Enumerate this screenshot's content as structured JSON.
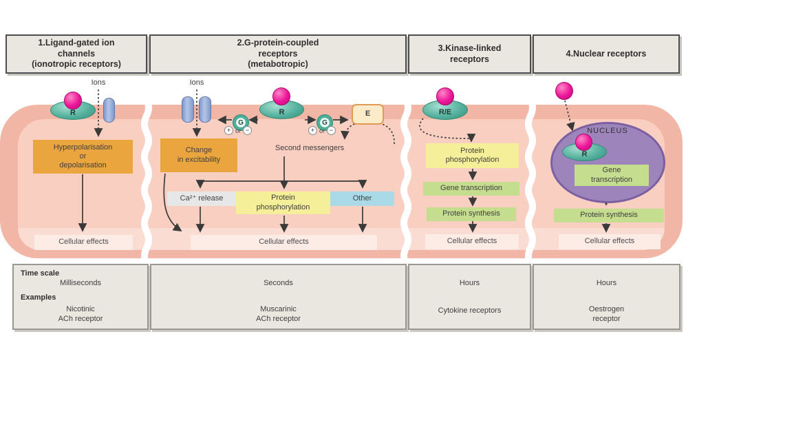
{
  "headers": [
    "1.Ligand-gated ion\nchannels\n(ionotropic receptors)",
    "2.G-protein-coupled\nreceptors\n(metabotropic)",
    "3.Kinase-linked\nreceptors",
    "4.Nuclear receptors"
  ],
  "col1": {
    "ions_label": "Ions",
    "receptor_label": "R",
    "effect_box": "Hyperpolarisation\nor\ndepolarisation",
    "cellular_effects": "Cellular effects"
  },
  "col2": {
    "ions_label": "Ions",
    "receptor_label": "R",
    "g_label": "G",
    "e_label": "E",
    "modulation": {
      "plus": "+",
      "or": "or",
      "minus": "−"
    },
    "excitability_box": "Change\nin excitability",
    "second_messengers": "Second messengers",
    "ca_box": "Ca²⁺ release",
    "phospho_box": "Protein\nphosphorylation",
    "other_box": "Other",
    "cellular_effects": "Cellular effects"
  },
  "col3": {
    "receptor_label": "R/E",
    "phospho_box": "Protein\nphosphorylation",
    "gene_box": "Gene transcription",
    "synthesis_box": "Protein synthesis",
    "cellular_effects": "Cellular effects"
  },
  "col4": {
    "nucleus_label": "NUCLEUS",
    "receptor_label": "R",
    "gene_box": "Gene\ntranscription",
    "synthesis_box": "Protein synthesis",
    "cellular_effects": "Cellular effects"
  },
  "footer": {
    "time_scale_title": "Time scale",
    "examples_title": "Examples",
    "panels": [
      {
        "time": "Milliseconds",
        "example_lines": [
          "Nicotinic",
          "ACh receptor"
        ]
      },
      {
        "time": "Seconds",
        "example_lines": [
          "Muscarinic",
          "ACh receptor"
        ]
      },
      {
        "time": "Hours",
        "example_lines": [
          "Cytokine receptors"
        ]
      },
      {
        "time": "Hours",
        "example_lines": [
          "Oestrogen",
          "receptor"
        ]
      }
    ]
  },
  "colors": {
    "cell_membrane": "#f2b6a6",
    "cell_interior": "#f9cfc2",
    "effects_box": "#fdebe5",
    "orange_box": "#eba53f",
    "yellow_box": "#f5ef99",
    "green_box": "#c5dd8f",
    "blue_box": "#aadae8",
    "gray_box": "#e7e7e7",
    "receptor_teal": "#56b29e",
    "ligand_pink": "#ec1598",
    "channel_blue": "#7e99cc",
    "nucleus_purple": "#9d85bb",
    "panel_gray": "#eae7e1"
  }
}
